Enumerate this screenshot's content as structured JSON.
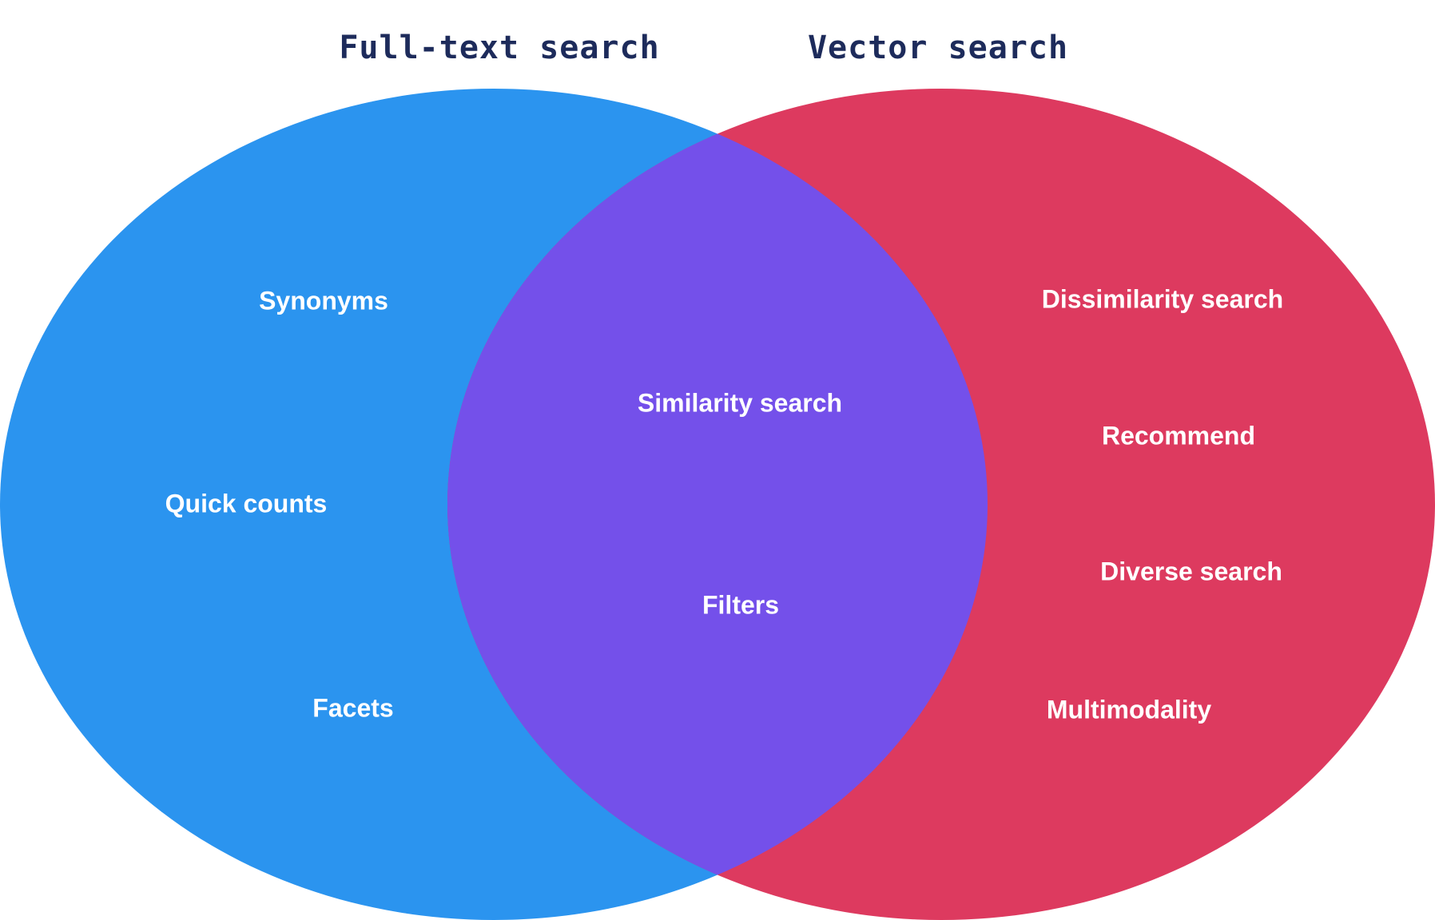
{
  "diagram": {
    "type": "venn",
    "background_color": "#ffffff",
    "title_color": "#1d2b5b",
    "label_color": "#ffffff",
    "left_set": {
      "title": "Full-text search",
      "color": "#2b94ef",
      "items": [
        "Synonyms",
        "Quick counts",
        "Facets"
      ]
    },
    "right_set": {
      "title": "Vector search",
      "color": "#dd3a5f",
      "items": [
        "Dissimilarity search",
        "Recommend",
        "Diverse search",
        "Multimodality"
      ]
    },
    "intersection": {
      "color": "#7450ea",
      "items": [
        "Similarity search",
        "Filters"
      ]
    }
  }
}
